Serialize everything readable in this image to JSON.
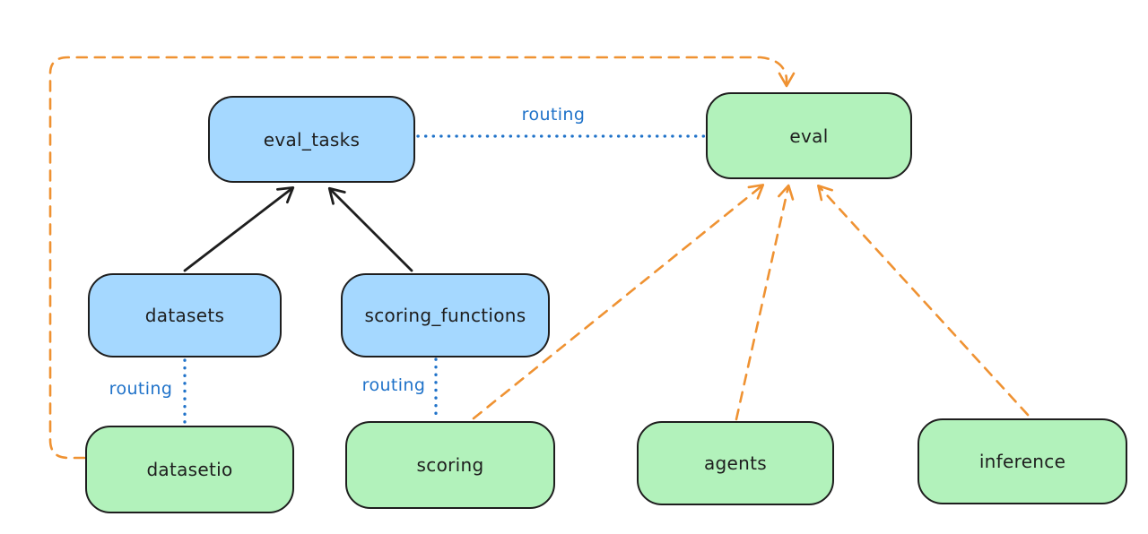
{
  "nodes": {
    "eval_tasks": {
      "label": "eval_tasks"
    },
    "eval": {
      "label": "eval"
    },
    "datasets": {
      "label": "datasets"
    },
    "scoring_functions": {
      "label": "scoring_functions"
    },
    "datasetio": {
      "label": "datasetio"
    },
    "scoring": {
      "label": "scoring"
    },
    "agents": {
      "label": "agents"
    },
    "inference": {
      "label": "inference"
    }
  },
  "edge_labels": {
    "eval_tasks_to_eval": "routing",
    "datasets_to_datasetio": "routing",
    "scoring_functions_to_scoring": "routing"
  },
  "colors": {
    "node_stroke": "#1e1e1e",
    "registry_fill": "#a5d8ff",
    "api_fill": "#b2f2bb",
    "routing_blue": "#1f72c9",
    "arrow_orange": "#ef9232",
    "arrow_black": "#1e1e1e",
    "canvas_bg": "#ffffff"
  }
}
